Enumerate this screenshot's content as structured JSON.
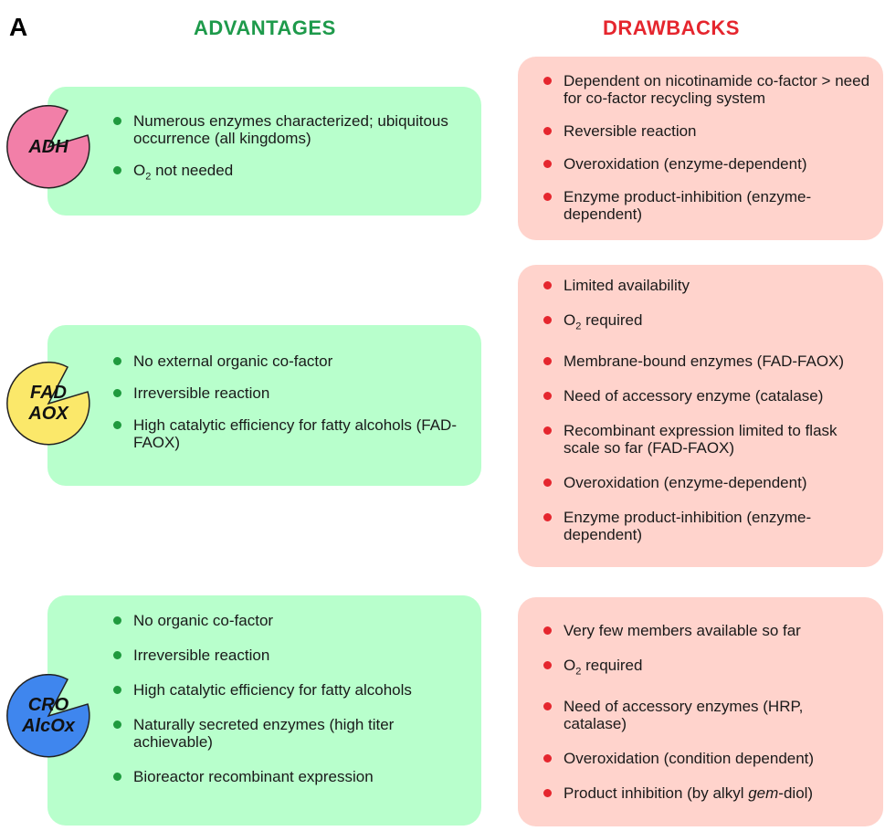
{
  "panel_label": "A",
  "headers": {
    "advantages": "ADVANTAGES",
    "drawbacks": "DRAWBACKS"
  },
  "colors": {
    "advantages_heading": "#1e9a4b",
    "drawbacks_heading": "#e5262e",
    "advantage_box": "#b8ffcc",
    "drawback_box": "#ffd3cc",
    "ADH_badge": "#f27fa8",
    "FAD_AOX_badge": "#fbe86a",
    "CRO_AlcOx_badge": "#3f86ee"
  },
  "enzymes": [
    {
      "badge_lines": [
        "ADH"
      ],
      "advantages": [
        "Numerous enzymes characterized; ubiquitous occurrence (all kingdoms)",
        "O2 not needed"
      ],
      "drawbacks": [
        "Dependent on nicotinamide co-factor > need for co-factor recycling system",
        "Reversible reaction",
        "Overoxidation (enzyme-dependent)",
        "Enzyme product-inhibition (enzyme-dependent)"
      ]
    },
    {
      "badge_lines": [
        "FAD",
        "AOX"
      ],
      "advantages": [
        "No external organic co-factor",
        "Irreversible reaction",
        "High catalytic efficiency for fatty alcohols (FAD-FAOX)"
      ],
      "drawbacks": [
        "Limited availability",
        "O2 required",
        "Membrane-bound enzymes (FAD-FAOX)",
        "Need of accessory enzyme (catalase)",
        "Recombinant expression limited to flask scale so far (FAD-FAOX)",
        "Overoxidation (enzyme-dependent)",
        "Enzyme product-inhibition (enzyme-dependent)"
      ]
    },
    {
      "badge_lines": [
        "CRO",
        "AlcOx"
      ],
      "advantages": [
        "No organic co-factor",
        "Irreversible reaction",
        "High catalytic efficiency for fatty alcohols",
        "Naturally secreted enzymes (high titer achievable)",
        "Bioreactor recombinant expression"
      ],
      "drawbacks": [
        "Very few members available so far",
        "O2 required",
        "Need of accessory enzymes (HRP, catalase)",
        "Overoxidation (condition dependent)",
        "Product inhibition (by alkyl gem-diol)"
      ]
    }
  ]
}
